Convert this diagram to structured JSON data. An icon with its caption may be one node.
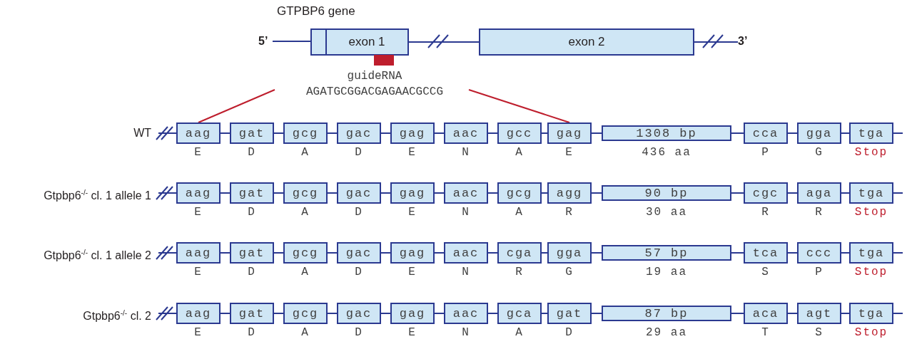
{
  "diagram": {
    "title": "GTPBP6 gene",
    "nodes": [
      {
        "text": [],
        "shape": "box"
      },
      {
        "text": [
          "exon 1"
        ]
      },
      {
        "text": [
          "exon 2"
        ]
      },
      {
        "text": [],
        "shape": "bar"
      },
      {
        "text": [
          "guideRNA",
          "AGATGCGGACGAGAACGCCG"
        ]
      },
      {
        "text": [
          "aag"
        ],
        "beside": [
          "E"
        ]
      },
      {
        "text": [
          "gat"
        ],
        "beside": [
          "D"
        ]
      },
      {
        "text": [
          "gcg"
        ],
        "beside": [
          "A"
        ]
      },
      {
        "text": [
          "gac"
        ],
        "beside": [
          "D"
        ]
      },
      {
        "text": [
          "gag"
        ],
        "beside": [
          "E"
        ]
      },
      {
        "text": [
          "aac"
        ],
        "beside": [
          "N"
        ]
      },
      {
        "text": [
          "gcc"
        ],
        "beside": [
          "A"
        ]
      },
      {
        "text": [
          "gag"
        ],
        "beside": [
          "E"
        ]
      },
      {
        "text": [
          "1308 bp"
        ],
        "beside": [
          "436 aa"
        ]
      },
      {
        "text": [
          "cca"
        ],
        "beside": [
          "P"
        ]
      },
      {
        "text": [
          "gga"
        ],
        "beside": [
          "G"
        ]
      },
      {
        "text": [
          "tga"
        ],
        "beside": [
          "Stop"
        ]
      },
      {
        "text": [
          "aag"
        ],
        "beside": [
          "E"
        ]
      },
      {
        "text": [
          "gat"
        ],
        "beside": [
          "D"
        ]
      },
      {
        "text": [
          "gcg"
        ],
        "beside": [
          "A"
        ]
      },
      {
        "text": [
          "gac"
        ],
        "beside": [
          "D"
        ]
      },
      {
        "text": [
          "gag"
        ],
        "beside": [
          "E"
        ]
      },
      {
        "text": [
          "aac"
        ],
        "beside": [
          "N"
        ]
      },
      {
        "text": [
          "gcg"
        ],
        "beside": [
          "A"
        ]
      },
      {
        "text": [
          "agg"
        ],
        "beside": [
          "R"
        ]
      },
      {
        "text": [
          "90 bp"
        ],
        "beside": [
          "30 aa"
        ]
      },
      {
        "text": [
          "cgc"
        ],
        "beside": [
          "R"
        ]
      },
      {
        "text": [
          "aga"
        ],
        "beside": [
          "R"
        ]
      },
      {
        "text": [
          "tga"
        ],
        "beside": [
          "Stop"
        ]
      },
      {
        "text": [
          "aag"
        ],
        "beside": [
          "E"
        ]
      },
      {
        "text": [
          "gat"
        ],
        "beside": [
          "D"
        ]
      },
      {
        "text": [
          "gcg"
        ],
        "beside": [
          "A"
        ]
      },
      {
        "text": [
          "gac"
        ],
        "beside": [
          "D"
        ]
      },
      {
        "text": [
          "gag"
        ],
        "beside": [
          "E"
        ]
      },
      {
        "text": [
          "aac"
        ],
        "beside": [
          "N"
        ]
      },
      {
        "text": [
          "cga"
        ],
        "beside": [
          "R"
        ]
      },
      {
        "text": [
          "gga"
        ],
        "beside": [
          "G"
        ]
      },
      {
        "text": [
          "57 bp"
        ],
        "beside": [
          "19 aa"
        ]
      },
      {
        "text": [
          "tca"
        ],
        "beside": [
          "S"
        ]
      },
      {
        "text": [
          "ccc"
        ],
        "beside": [
          "P"
        ]
      },
      {
        "text": [
          "tga"
        ],
        "beside": [
          "Stop"
        ]
      },
      {
        "text": [
          "aag"
        ],
        "beside": [
          "E"
        ]
      },
      {
        "text": [
          "gat"
        ],
        "beside": [
          "D"
        ]
      },
      {
        "text": [
          "gcg"
        ],
        "beside": [
          "A"
        ]
      },
      {
        "text": [
          "gac"
        ],
        "beside": [
          "D"
        ]
      },
      {
        "text": [
          "gag"
        ],
        "beside": [
          "E"
        ]
      },
      {
        "text": [
          "aac"
        ],
        "beside": [
          "N"
        ]
      },
      {
        "text": [
          "gca"
        ],
        "beside": [
          "A"
        ]
      },
      {
        "text": [
          "gat"
        ],
        "beside": [
          "D"
        ]
      },
      {
        "text": [
          "87 bp"
        ],
        "beside": [
          "29 aa"
        ]
      },
      {
        "text": [
          "aca"
        ],
        "beside": [
          "T"
        ]
      },
      {
        "text": [
          "agt"
        ],
        "beside": [
          "S"
        ]
      },
      {
        "text": [
          "tga"
        ],
        "beside": [
          "Stop"
        ]
      },
      {
        "text": [
          "5’"
        ]
      },
      {
        "text": [
          "3’"
        ]
      }
    ],
    "edges": [
      {
        "from": 53,
        "to": 0,
        "arrow": "none"
      },
      {
        "from": 1,
        "to": 2,
        "arrow": "none"
      },
      {
        "from": 2,
        "to": 54,
        "arrow": "none"
      },
      {
        "from": 4,
        "to": 5,
        "arrow": "none",
        "color": "#be1e2d"
      },
      {
        "from": 4,
        "to": 12,
        "arrow": "none",
        "color": "#be1e2d"
      },
      {
        "from": null,
        "to": 5,
        "arrow": "none"
      },
      {
        "from": 5,
        "to": 6,
        "arrow": "none"
      },
      {
        "from": 6,
        "to": 7,
        "arrow": "none"
      },
      {
        "from": 7,
        "to": 8,
        "arrow": "none"
      },
      {
        "from": 8,
        "to": 9,
        "arrow": "none"
      },
      {
        "from": 9,
        "to": 10,
        "arrow": "none"
      },
      {
        "from": 10,
        "to": 11,
        "arrow": "none"
      },
      {
        "from": 11,
        "to": 12,
        "arrow": "none"
      },
      {
        "from": 12,
        "to": 13,
        "arrow": "none"
      },
      {
        "from": 13,
        "to": 14,
        "arrow": "none"
      },
      {
        "from": 14,
        "to": 15,
        "arrow": "none"
      },
      {
        "from": 15,
        "to": 16,
        "arrow": "none"
      },
      {
        "from": 16,
        "to": null,
        "arrow": "none"
      },
      {
        "from": null,
        "to": 17,
        "arrow": "none"
      },
      {
        "from": 17,
        "to": 18,
        "arrow": "none"
      },
      {
        "from": 18,
        "to": 19,
        "arrow": "none"
      },
      {
        "from": 19,
        "to": 20,
        "arrow": "none"
      },
      {
        "from": 20,
        "to": 21,
        "arrow": "none"
      },
      {
        "from": 21,
        "to": 22,
        "arrow": "none"
      },
      {
        "from": 22,
        "to": 23,
        "arrow": "none"
      },
      {
        "from": 23,
        "to": 24,
        "arrow": "none"
      },
      {
        "from": 24,
        "to": 25,
        "arrow": "none"
      },
      {
        "from": 25,
        "to": 26,
        "arrow": "none"
      },
      {
        "from": 26,
        "to": 27,
        "arrow": "none"
      },
      {
        "from": 27,
        "to": 28,
        "arrow": "none"
      },
      {
        "from": 28,
        "to": null,
        "arrow": "none"
      },
      {
        "from": null,
        "to": 29,
        "arrow": "none"
      },
      {
        "from": 29,
        "to": 30,
        "arrow": "none"
      },
      {
        "from": 30,
        "to": 31,
        "arrow": "none"
      },
      {
        "from": 31,
        "to": 32,
        "arrow": "none"
      },
      {
        "from": 32,
        "to": 33,
        "arrow": "none"
      },
      {
        "from": 33,
        "to": 34,
        "arrow": "none"
      },
      {
        "from": 34,
        "to": 35,
        "arrow": "none"
      },
      {
        "from": 35,
        "to": 36,
        "arrow": "none"
      },
      {
        "from": 36,
        "to": 37,
        "arrow": "none"
      },
      {
        "from": 37,
        "to": 38,
        "arrow": "none"
      },
      {
        "from": 38,
        "to": 39,
        "arrow": "none"
      },
      {
        "from": 39,
        "to": 40,
        "arrow": "none"
      },
      {
        "from": 40,
        "to": null,
        "arrow": "none"
      },
      {
        "from": null,
        "to": 41,
        "arrow": "none"
      },
      {
        "from": 41,
        "to": 42,
        "arrow": "none"
      },
      {
        "from": 42,
        "to": 43,
        "arrow": "none"
      },
      {
        "from": 43,
        "to": 44,
        "arrow": "none"
      },
      {
        "from": 44,
        "to": 45,
        "arrow": "none"
      },
      {
        "from": 45,
        "to": 46,
        "arrow": "none"
      },
      {
        "from": 46,
        "to": 47,
        "arrow": "none"
      },
      {
        "from": 47,
        "to": 48,
        "arrow": "none"
      },
      {
        "from": 48,
        "to": 49,
        "arrow": "none"
      },
      {
        "from": 49,
        "to": 50,
        "arrow": "none"
      },
      {
        "from": 50,
        "to": 51,
        "arrow": "none"
      },
      {
        "from": 51,
        "to": 52,
        "arrow": "none"
      },
      {
        "from": 52,
        "to": null,
        "arrow": "none"
      }
    ],
    "labels": [
      "WT",
      "Gtpbp6$^{-/-}$ cl. 1 allele 1",
      "Gtpbp6$^{-/-}$ cl. 1 allele 2",
      "Gtpbp6$^{-/-}$ cl. 2"
    ]
  }
}
